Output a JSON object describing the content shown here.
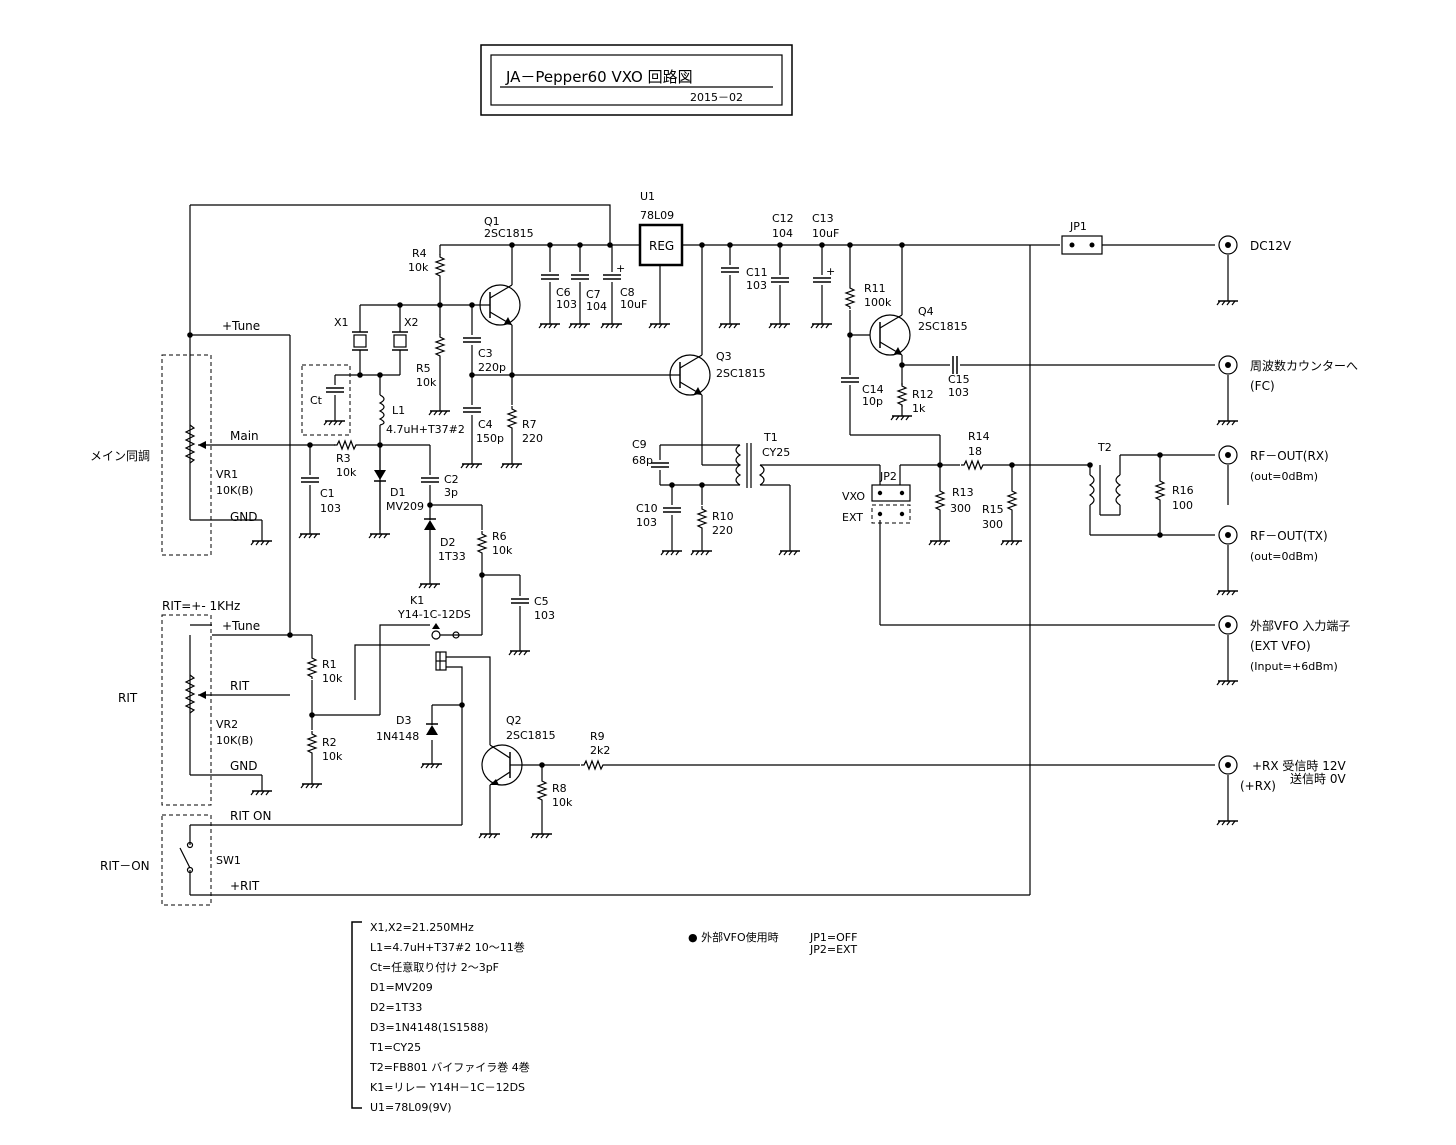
{
  "title_block": {
    "title": "JA－Pepper60  VXO 回路図",
    "date": "2015－02"
  },
  "components": {
    "u1": {
      "ref": "U1",
      "value": "78L09",
      "body": "REG"
    },
    "q1": {
      "ref": "Q1",
      "value": "2SC1815"
    },
    "q2": {
      "ref": "Q2",
      "value": "2SC1815"
    },
    "q3": {
      "ref": "Q3",
      "value": "2SC1815"
    },
    "q4": {
      "ref": "Q4",
      "value": "2SC1815"
    },
    "c1": {
      "ref": "C1",
      "value": "103"
    },
    "c2": {
      "ref": "C2",
      "value": "3p"
    },
    "c3": {
      "ref": "C3",
      "value": "220p"
    },
    "c4": {
      "ref": "C4",
      "value": "150p"
    },
    "c5": {
      "ref": "C5",
      "value": "103"
    },
    "c6": {
      "ref": "C6",
      "value": "103"
    },
    "c7": {
      "ref": "C7",
      "value": "104"
    },
    "c8": {
      "ref": "C8",
      "value": "10uF"
    },
    "c9": {
      "ref": "C9",
      "value": "68p"
    },
    "c10": {
      "ref": "C10",
      "value": "103"
    },
    "c11": {
      "ref": "C11",
      "value": "103"
    },
    "c12": {
      "ref": "C12",
      "value": "104"
    },
    "c13": {
      "ref": "C13",
      "value": "10uF"
    },
    "c14": {
      "ref": "C14",
      "value": "10p"
    },
    "c15": {
      "ref": "C15",
      "value": "103"
    },
    "r1": {
      "ref": "R1",
      "value": "10k"
    },
    "r2": {
      "ref": "R2",
      "value": "10k"
    },
    "r3": {
      "ref": "R3",
      "value": "10k"
    },
    "r4": {
      "ref": "R4",
      "value": "10k"
    },
    "r5": {
      "ref": "R5",
      "value": "10k"
    },
    "r6": {
      "ref": "R6",
      "value": "10k"
    },
    "r7": {
      "ref": "R7",
      "value": "220"
    },
    "r8": {
      "ref": "R8",
      "value": "10k"
    },
    "r9": {
      "ref": "R9",
      "value": "2k2"
    },
    "r10": {
      "ref": "R10",
      "value": "220"
    },
    "r11": {
      "ref": "R11",
      "value": "100k"
    },
    "r12": {
      "ref": "R12",
      "value": "1k"
    },
    "r13": {
      "ref": "R13",
      "value": "300"
    },
    "r14": {
      "ref": "R14",
      "value": "18"
    },
    "r15": {
      "ref": "R15",
      "value": "300"
    },
    "r16": {
      "ref": "R16",
      "value": "100"
    },
    "x1": {
      "ref": "X1"
    },
    "x2": {
      "ref": "X2"
    },
    "ct": {
      "ref": "Ct"
    },
    "l1": {
      "ref": "L1",
      "value": "4.7uH+T37#2"
    },
    "d1": {
      "ref": "D1",
      "value": "MV209"
    },
    "d2": {
      "ref": "D2",
      "value": "1T33"
    },
    "d3": {
      "ref": "D3",
      "value": "1N4148"
    },
    "t1": {
      "ref": "T1",
      "value": "CY25"
    },
    "t2": {
      "ref": "T2"
    },
    "k1": {
      "ref": "K1",
      "value": "Y14-1C-12DS"
    },
    "jp1": {
      "ref": "JP1"
    },
    "jp2": {
      "ref": "JP2",
      "opt_vxo": "VXO",
      "opt_ext": "EXT"
    },
    "vr1": {
      "ref": "VR1",
      "value": "10K(B)",
      "group_label": "メイン同調",
      "tune": "+Tune",
      "main": "Main",
      "gnd": "GND"
    },
    "vr2": {
      "ref": "VR2",
      "value": "10K(B)",
      "group_label": "RIT",
      "range": "RIT=+- 1KHz",
      "tune": "+Tune",
      "rit": "RIT",
      "gnd": "GND"
    },
    "sw1": {
      "ref": "SW1",
      "group_label": "RIT－ON",
      "rit_on": "RIT  ON",
      "plus_rit": "+RIT"
    }
  },
  "connectors": {
    "dc": {
      "label": "DC12V"
    },
    "fc": {
      "label": "周波数カウンターへ",
      "sub": "(FC)"
    },
    "rx": {
      "label": "RF－OUT(RX)",
      "sub": "(out=0dBm)"
    },
    "tx": {
      "label": "RF－OUT(TX)",
      "sub": "(out=0dBm)"
    },
    "ext": {
      "label": "外部VFO 入力端子",
      "sub": "(EXT  VFO)",
      "sub2": "(Input=+6dBm)"
    },
    "prx": {
      "label": "+RX  受信時  12V",
      "label2": "送信時   0V",
      "sub": "(+RX)"
    }
  },
  "notes": {
    "parts": [
      "X1,X2=21.250MHz",
      "L1=4.7uH+T37#2 10～11巻",
      "Ct=任意取り付け  2～3pF",
      "D1=MV209",
      "D2=1T33",
      "D3=1N4148(1S1588)",
      "T1=CY25",
      "T2=FB801  バイファイラ巻  4巻",
      "K1=リレー  Y14H－1C－12DS",
      "U1=78L09(9V)"
    ],
    "ext_vfo_title": "● 外部VFO使用時",
    "jp1_setting": "JP1=OFF",
    "jp2_setting": "JP2=EXT"
  }
}
